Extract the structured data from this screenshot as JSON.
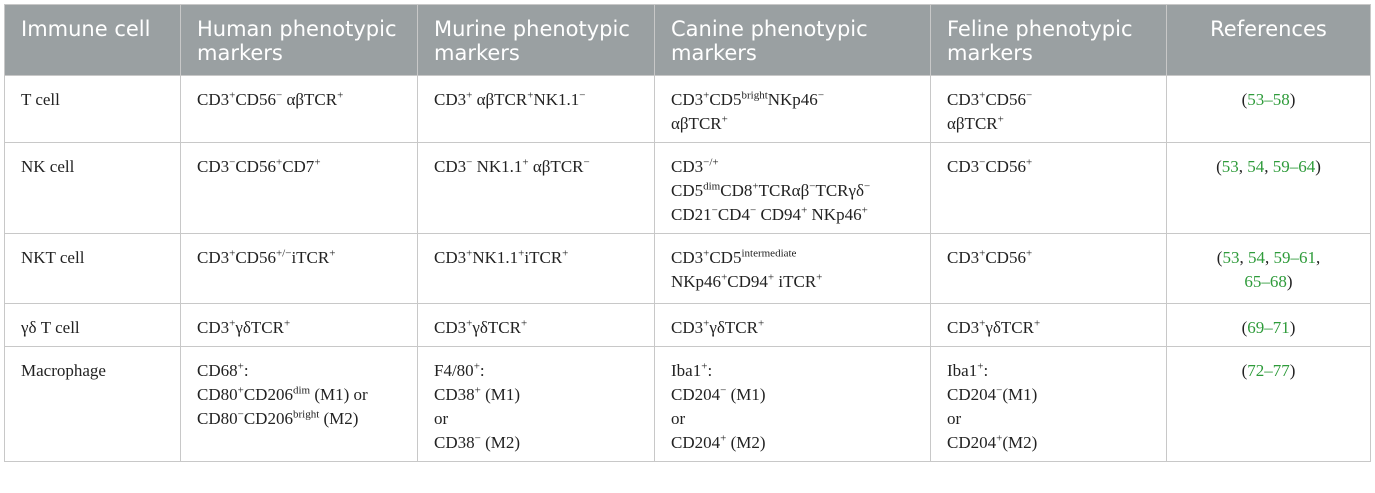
{
  "headers": [
    "Immune cell",
    "Human phenotypic markers",
    "Murine phenotypic markers",
    "Canine phenotypic markers",
    "Feline phenotypic markers",
    "References"
  ],
  "rows": [
    {
      "cell": "T cell",
      "human": [
        [
          "CD3",
          "+",
          "CD56",
          "−",
          " αβTCR",
          "+"
        ]
      ],
      "murine": [
        [
          "CD3",
          "+",
          " αβTCR",
          "+",
          "NK1.1",
          "−"
        ]
      ],
      "canine": [
        [
          "CD3",
          "+",
          "CD5",
          "bright",
          "NKp46",
          "−"
        ],
        [
          "αβTCR",
          "+"
        ]
      ],
      "feline": [
        [
          "CD3",
          "+",
          "CD56",
          "−"
        ],
        [
          "αβTCR",
          "+"
        ]
      ],
      "refs": [
        [
          "(",
          ""
        ],
        [
          "53–58",
          "link"
        ],
        [
          ")",
          ""
        ]
      ]
    },
    {
      "cell": "NK cell",
      "human": [
        [
          "CD3",
          "−",
          "CD56",
          "+",
          "CD7",
          "+"
        ]
      ],
      "murine": [
        [
          "CD3",
          "−",
          " NK1.1",
          "+",
          " αβTCR",
          "−"
        ]
      ],
      "canine": [
        [
          "CD3",
          "−/+"
        ],
        [
          "CD5",
          "dim",
          "CD8",
          "+",
          "TCRαβ",
          "−",
          "TCRγδ",
          "−"
        ],
        [
          "CD21",
          "−",
          "CD4",
          "−",
          " CD94",
          "+",
          " NKp46",
          "+"
        ]
      ],
      "feline": [
        [
          "CD3",
          "−",
          "CD56",
          "+"
        ]
      ],
      "refs": [
        [
          "(",
          ""
        ],
        [
          "53",
          "link"
        ],
        [
          ", ",
          ""
        ],
        [
          "54",
          "link"
        ],
        [
          ", ",
          ""
        ],
        [
          "59–64",
          "link"
        ],
        [
          ")",
          ""
        ]
      ]
    },
    {
      "cell": "NKT cell",
      "human": [
        [
          "CD3",
          "+",
          "CD56",
          "+/−",
          "iTCR",
          "+"
        ]
      ],
      "murine": [
        [
          "CD3",
          "+",
          "NK1.1",
          "+",
          "iTCR",
          "+"
        ]
      ],
      "canine": [
        [
          "CD3",
          "+",
          "CD5",
          "intermediate"
        ],
        [
          "NKp46",
          "+",
          "CD94",
          "+",
          " iTCR",
          "+"
        ]
      ],
      "feline": [
        [
          "CD3",
          "+",
          "CD56",
          "+"
        ]
      ],
      "refs": [
        [
          "(",
          ""
        ],
        [
          "53",
          "link"
        ],
        [
          ", ",
          ""
        ],
        [
          "54",
          "link"
        ],
        [
          ", ",
          ""
        ],
        [
          "59–61",
          "link"
        ],
        [
          ",",
          ""
        ],
        [
          "\n",
          ""
        ],
        [
          "65–68",
          "link"
        ],
        [
          ")",
          ""
        ]
      ]
    },
    {
      "cell": "γδ T cell",
      "human": [
        [
          "CD3",
          "+",
          "γδTCR",
          "+"
        ]
      ],
      "murine": [
        [
          "CD3",
          "+",
          "γδTCR",
          "+"
        ]
      ],
      "canine": [
        [
          "CD3",
          "+",
          "γδTCR",
          "+"
        ]
      ],
      "feline": [
        [
          "CD3",
          "+",
          "γδTCR",
          "+"
        ]
      ],
      "refs": [
        [
          "(",
          ""
        ],
        [
          "69–71",
          "link"
        ],
        [
          ")",
          ""
        ]
      ]
    },
    {
      "cell": "Macrophage",
      "human": [
        [
          "CD68",
          "+",
          ":"
        ],
        [
          "CD80",
          "+",
          "CD206",
          "dim",
          " (M1) or"
        ],
        [
          "CD80",
          "−",
          "CD206",
          "bright",
          " (M2)"
        ]
      ],
      "murine": [
        [
          "F4/80",
          "+",
          ":"
        ],
        [
          "CD38",
          "+",
          " (M1)"
        ],
        [
          "or"
        ],
        [
          "CD38",
          "−",
          " (M2)"
        ]
      ],
      "canine": [
        [
          "Iba1",
          "+",
          ":"
        ],
        [
          "CD204",
          "−",
          " (M1)"
        ],
        [
          "or"
        ],
        [
          "CD204",
          "+",
          " (M2)"
        ]
      ],
      "feline": [
        [
          "Iba1",
          "+",
          ":"
        ],
        [
          "CD204",
          "−",
          "(M1)"
        ],
        [
          "or"
        ],
        [
          "CD204",
          "+",
          "(M2)"
        ]
      ],
      "refs": [
        [
          "(",
          ""
        ],
        [
          "72–77",
          "link"
        ],
        [
          ")",
          ""
        ]
      ]
    }
  ]
}
